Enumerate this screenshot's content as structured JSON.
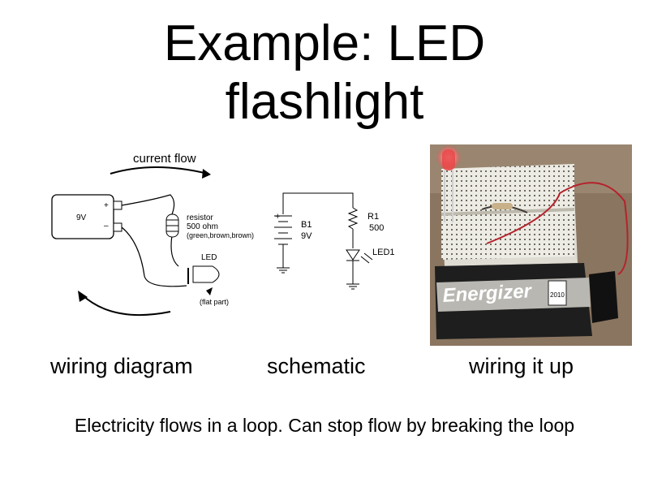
{
  "slide": {
    "title_line1": "Example: LED",
    "title_line2": "flashlight",
    "footer": "Electricity flows in a loop. Can stop flow by breaking the loop"
  },
  "wiring_diagram": {
    "current_label": "current flow",
    "battery_label": "9V",
    "plus": "+",
    "minus": "–",
    "resistor_label": "resistor",
    "resistor_value": "500 ohm",
    "resistor_colors": "(green,brown,brown)",
    "led_label": "LED",
    "flat_label": "(flat part)",
    "caption": "wiring diagram"
  },
  "schematic": {
    "battery_plus": "+",
    "battery_name": "B1",
    "battery_value": "9V",
    "resistor_name": "R1",
    "resistor_value": "500",
    "led_name": "LED1",
    "caption": "schematic"
  },
  "photo": {
    "battery_brand": "Energizer",
    "battery_year": "2010",
    "caption": "wiring it up"
  },
  "colors": {
    "led_red": "#e84a4a",
    "wire_red": "#b5222c",
    "breadboard": "#ecebe4",
    "photo_bg": "#8a7560"
  }
}
